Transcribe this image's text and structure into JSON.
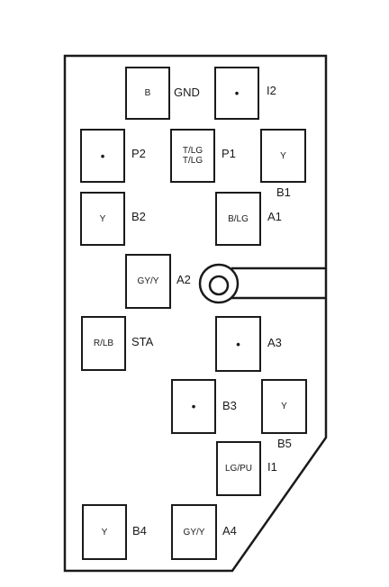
{
  "terminals": [
    {
      "id": "gnd",
      "wire": "B",
      "label": "GND"
    },
    {
      "id": "i2",
      "wire": "•",
      "label": "I2"
    },
    {
      "id": "p2",
      "wire": "•",
      "label": "P2"
    },
    {
      "id": "p1",
      "wire": "T/LG\nT/LG",
      "label": "P1"
    },
    {
      "id": "b1",
      "wire": "Y",
      "label": "B1"
    },
    {
      "id": "b2",
      "wire": "Y",
      "label": "B2"
    },
    {
      "id": "a1",
      "wire": "B/LG",
      "label": "A1"
    },
    {
      "id": "a2",
      "wire": "GY/Y",
      "label": "A2"
    },
    {
      "id": "sta",
      "wire": "R/LB",
      "label": "STA"
    },
    {
      "id": "a3",
      "wire": "•",
      "label": "A3"
    },
    {
      "id": "b3",
      "wire": "•",
      "label": "B3"
    },
    {
      "id": "b5",
      "wire": "Y",
      "label": "B5"
    },
    {
      "id": "i1",
      "wire": "LG/PU",
      "label": "I1"
    },
    {
      "id": "b4",
      "wire": "Y",
      "label": "B4"
    },
    {
      "id": "a4",
      "wire": "GY/Y",
      "label": "A4"
    }
  ],
  "colors": {
    "line": "#1a1a1a",
    "background": "#ffffff"
  }
}
